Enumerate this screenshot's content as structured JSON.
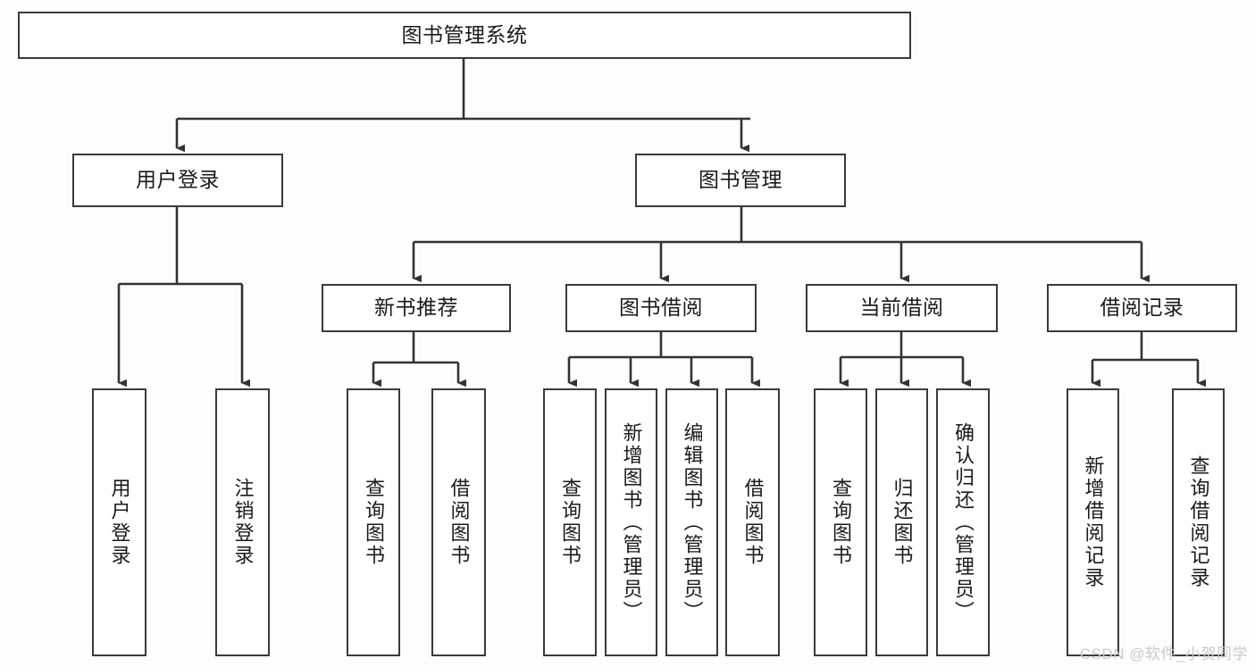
{
  "diagram": {
    "title": "图书管理系统",
    "type": "tree-hierarchy",
    "watermark": "CSDN @软件_小贺同学",
    "colors": {
      "box_border": "#3a3a3a",
      "box_fill": "#ffffff",
      "edge": "#333333",
      "text": "#1a1a1a",
      "background": "#fdfdfd",
      "watermark": "#c9c9c9"
    },
    "nodes": {
      "root": {
        "label": "图书管理系统",
        "level": 0
      },
      "l1": [
        {
          "id": "user_login",
          "label": "用户登录",
          "level": 1
        },
        {
          "id": "book_manage",
          "label": "图书管理",
          "level": 1
        }
      ],
      "l2": [
        {
          "id": "new_book_rec",
          "label": "新书推荐",
          "level": 2,
          "parent": "book_manage"
        },
        {
          "id": "book_borrow",
          "label": "图书借阅",
          "level": 2,
          "parent": "book_manage"
        },
        {
          "id": "current_borrow",
          "label": "当前借阅",
          "level": 2,
          "parent": "book_manage"
        },
        {
          "id": "borrow_record",
          "label": "借阅记录",
          "level": 2,
          "parent": "book_manage"
        }
      ],
      "leaves": [
        {
          "id": "leaf_user_login",
          "label": "用户登录",
          "parent": "user_login"
        },
        {
          "id": "leaf_logout",
          "label": "注销登录",
          "parent": "user_login"
        },
        {
          "id": "leaf_query_book_1",
          "label": "查询图书",
          "parent": "new_book_rec"
        },
        {
          "id": "leaf_borrow_book_1",
          "label": "借阅图书",
          "parent": "new_book_rec"
        },
        {
          "id": "leaf_query_book_2",
          "label": "查询图书",
          "parent": "book_borrow"
        },
        {
          "id": "leaf_add_book",
          "label": "新增图书（管理员）",
          "parent": "book_borrow"
        },
        {
          "id": "leaf_edit_book",
          "label": "编辑图书（管理员）",
          "parent": "book_borrow"
        },
        {
          "id": "leaf_borrow_book_2",
          "label": "借阅图书",
          "parent": "book_borrow"
        },
        {
          "id": "leaf_query_book_3",
          "label": "查询图书",
          "parent": "current_borrow"
        },
        {
          "id": "leaf_return_book",
          "label": "归还图书",
          "parent": "current_borrow"
        },
        {
          "id": "leaf_confirm_return",
          "label": "确认归还（管理员）",
          "parent": "current_borrow"
        },
        {
          "id": "leaf_add_record",
          "label": "新增借阅记录",
          "parent": "borrow_record"
        },
        {
          "id": "leaf_query_record",
          "label": "查询借阅记录",
          "parent": "borrow_record"
        }
      ]
    }
  }
}
